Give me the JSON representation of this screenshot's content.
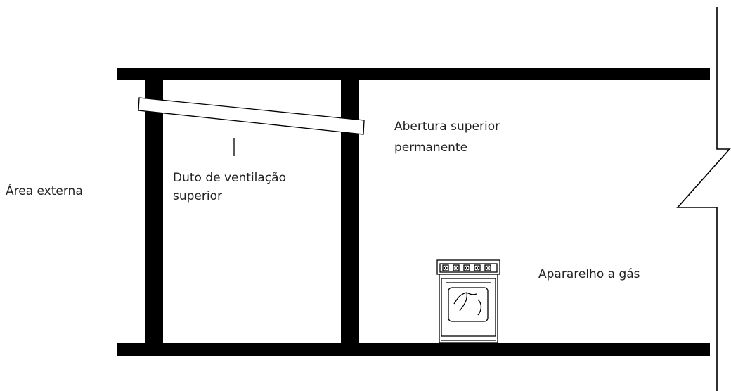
{
  "labels": {
    "external_area": "Área externa",
    "duct_line1": "Duto de ventilação",
    "duct_line2": "superior",
    "opening_line1": "Abertura superior",
    "opening_line2": "permanente",
    "appliance": "Apararelho a gás"
  },
  "colors": {
    "wall": "#000000",
    "duct_fill": "#ffffff",
    "line": "#000000"
  }
}
